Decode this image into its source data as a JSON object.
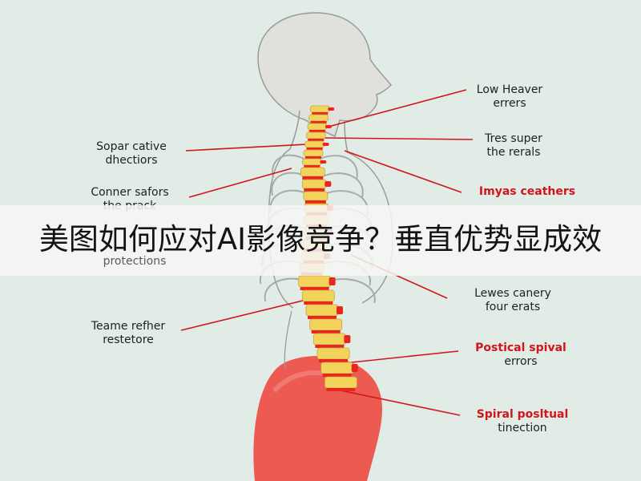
{
  "headline": "美图如何应对AI影像竞争？垂直优势显成效",
  "colors": {
    "background": "#e1ece6",
    "leader_line": "#d2151b",
    "vertebra": "#f2d45c",
    "disc": "#e8251e",
    "pelvis": "#ec5a52",
    "body_outline": "#9a9a9a"
  },
  "labels": {
    "low_heaver": [
      "Low Heaver",
      "errers"
    ],
    "tres_super": [
      "Tres super",
      "the rerals"
    ],
    "imyas_ceathers": "Imyas ceathers",
    "lewes_canery": [
      "Lewes canery",
      "four erats"
    ],
    "postical_spival": [
      "Postical spival",
      "errors"
    ],
    "spiral_posltual": [
      "Spiral posltual",
      "tinection"
    ],
    "sopar_cative": [
      "Sopar cative",
      "dhectiors"
    ],
    "conner_safors": [
      "Conner safors",
      "the prack"
    ],
    "protections": "protections",
    "teame_refher": [
      "Teame refher",
      "restetore"
    ]
  }
}
